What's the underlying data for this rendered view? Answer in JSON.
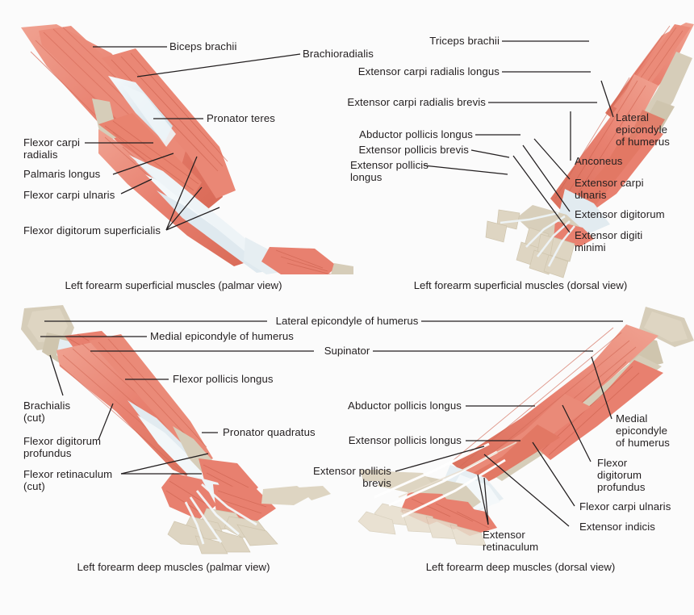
{
  "figure": {
    "title": "Muscles of the forearm — four anatomical views",
    "background": "#fbfbfb",
    "colors": {
      "muscle": "#e8806f",
      "muscle_dark": "#d96a57",
      "muscle_light": "#f0a291",
      "bone": "#d6cdb9",
      "bone_shadow": "#c2b79e",
      "tendon": "#dde6ec",
      "tendon_light": "#f4f8fa",
      "leader": "#231f20",
      "text": "#231f20"
    }
  },
  "panels": [
    {
      "id": "top-left",
      "caption": "Left forearm superficial muscles (palmar view)",
      "labels": [
        {
          "id": "biceps-brachii",
          "text": "Biceps brachii"
        },
        {
          "id": "pronator-teres",
          "text": "Pronator teres"
        },
        {
          "id": "flexor-carpi-radialis",
          "text": "Flexor carpi\nradialis",
          "lines": [
            "Flexor carpi",
            "radialis"
          ]
        },
        {
          "id": "palmaris-longus",
          "text": "Palmaris longus"
        },
        {
          "id": "flexor-carpi-ulnaris",
          "text": "Flexor carpi ulnaris"
        },
        {
          "id": "flexor-digitorum-superficialis",
          "text": "Flexor digitorum superficialis"
        }
      ]
    },
    {
      "id": "top-right",
      "caption": "Left forearm superficial muscles (dorsal view)",
      "labels": [
        {
          "id": "brachioradialis",
          "text": "Brachioradialis"
        },
        {
          "id": "triceps-brachii",
          "text": "Triceps brachii"
        },
        {
          "id": "extensor-carpi-radialis-longus",
          "text": "Extensor carpi radialis longus"
        },
        {
          "id": "extensor-carpi-radialis-brevis",
          "text": "Extensor carpi radialis brevis"
        },
        {
          "id": "abductor-pollicis-longus",
          "text": "Abductor pollicis longus"
        },
        {
          "id": "extensor-pollicis-brevis",
          "text": "Extensor pollicis brevis"
        },
        {
          "id": "extensor-pollicis-longus",
          "text": "Extensor pollicis\nlongus",
          "lines": [
            "Extensor pollicis",
            "longus"
          ]
        },
        {
          "id": "lateral-epicondyle-of-humerus",
          "text": "Lateral\nepicondyle\nof humerus",
          "lines": [
            "Lateral",
            "epicondyle",
            "of humerus"
          ]
        },
        {
          "id": "anconeus",
          "text": "Anconeus"
        },
        {
          "id": "extensor-carpi-ulnaris",
          "text": "Extensor carpi\nulnaris",
          "lines": [
            "Extensor carpi",
            "ulnaris"
          ]
        },
        {
          "id": "extensor-digitorum",
          "text": "Extensor digitorum"
        },
        {
          "id": "extensor-digiti-minimi",
          "text": "Extensor digiti\nminimi",
          "lines": [
            "Extensor digiti",
            "minimi"
          ]
        }
      ]
    },
    {
      "id": "bottom-left",
      "caption": "Left forearm deep muscles (palmar view)",
      "labels": [
        {
          "id": "lateral-epicondyle-of-humerus-2",
          "text": "Lateral epicondyle of humerus"
        },
        {
          "id": "medial-epicondyle-of-humerus",
          "text": "Medial epicondyle of humerus"
        },
        {
          "id": "supinator",
          "text": "Supinator"
        },
        {
          "id": "flexor-pollicis-longus",
          "text": "Flexor pollicis longus"
        },
        {
          "id": "brachialis-cut",
          "text": "Brachialis\n(cut)",
          "lines": [
            "Brachialis",
            "(cut)"
          ]
        },
        {
          "id": "flexor-digitorum-profundus",
          "text": "Flexor digitorum\nprofundus",
          "lines": [
            "Flexor digitorum",
            "profundus"
          ]
        },
        {
          "id": "pronator-quadratus",
          "text": "Pronator quadratus"
        },
        {
          "id": "flexor-retinaculum-cut",
          "text": "Flexor retinaculum\n(cut)",
          "lines": [
            "Flexor retinaculum",
            "(cut)"
          ]
        }
      ]
    },
    {
      "id": "bottom-right",
      "caption": "Left forearm deep muscles (dorsal view)",
      "labels": [
        {
          "id": "abductor-pollicis-longus-2",
          "text": "Abductor pollicis longus"
        },
        {
          "id": "extensor-pollicis-longus-2",
          "text": "Extensor pollicis longus"
        },
        {
          "id": "extensor-pollicis-brevis-2",
          "text": "Extensor pollicis\nbrevis",
          "lines": [
            "Extensor pollicis",
            "brevis"
          ]
        },
        {
          "id": "extensor-retinaculum",
          "text": "Extensor\nretinaculum",
          "lines": [
            "Extensor",
            "retinaculum"
          ]
        },
        {
          "id": "medial-epicondyle-of-humerus-2",
          "text": "Medial\nepicondyle\nof humerus",
          "lines": [
            "Medial",
            "epicondyle",
            "of humerus"
          ]
        },
        {
          "id": "flexor-digitorum-profundus-2",
          "text": "Flexor\ndigitorum\nprofundus",
          "lines": [
            "Flexor",
            "digitorum",
            "profundus"
          ]
        },
        {
          "id": "flexor-carpi-ulnaris-2",
          "text": "Flexor carpi ulnaris"
        },
        {
          "id": "extensor-indicis",
          "text": "Extensor indicis"
        }
      ]
    }
  ],
  "label_text": {
    "biceps_brachii": "Biceps brachii",
    "brachioradialis": "Brachioradialis",
    "pronator_teres": "Pronator teres",
    "flexor_carpi_radialis_1": "Flexor carpi",
    "flexor_carpi_radialis_2": "radialis",
    "palmaris_longus": "Palmaris longus",
    "flexor_carpi_ulnaris": "Flexor carpi ulnaris",
    "flexor_digitorum_superficialis": "Flexor digitorum superficialis",
    "triceps_brachii": "Triceps brachii",
    "ecrl": "Extensor carpi radialis longus",
    "ecrb": "Extensor carpi radialis brevis",
    "abductor_pollicis_longus": "Abductor pollicis longus",
    "extensor_pollicis_brevis": "Extensor pollicis brevis",
    "extensor_pollicis_longus_1": "Extensor pollicis",
    "extensor_pollicis_longus_2": "longus",
    "lateral_epi_1": "Lateral",
    "lateral_epi_2": "epicondyle",
    "lateral_epi_3": "of humerus",
    "anconeus": "Anconeus",
    "ecu_1": "Extensor carpi",
    "ecu_2": "ulnaris",
    "extensor_digitorum": "Extensor digitorum",
    "edm_1": "Extensor digiti",
    "edm_2": "minimi",
    "caption_tl": "Left forearm superficial muscles (palmar view)",
    "caption_tr": "Left forearm superficial muscles (dorsal view)",
    "lateral_epicondyle_of_humerus": "Lateral epicondyle of humerus",
    "medial_epicondyle_of_humerus": "Medial epicondyle of humerus",
    "supinator": "Supinator",
    "flexor_pollicis_longus": "Flexor pollicis longus",
    "brachialis_1": "Brachialis",
    "brachialis_2": "(cut)",
    "fdp_1": "Flexor digitorum",
    "fdp_2": "profundus",
    "pronator_quadratus": "Pronator quadratus",
    "flexor_retinaculum_1": "Flexor retinaculum",
    "flexor_retinaculum_2": "(cut)",
    "abductor_pollicis_longus_2": "Abductor pollicis longus",
    "extensor_pollicis_longus_br": "Extensor pollicis longus",
    "epb_1": "Extensor pollicis",
    "epb_2": "brevis",
    "ext_ret_1": "Extensor",
    "ext_ret_2": "retinaculum",
    "medial_epi_1": "Medial",
    "medial_epi_2": "epicondyle",
    "medial_epi_3": "of humerus",
    "fdp_br_1": "Flexor",
    "fdp_br_2": "digitorum",
    "fdp_br_3": "profundus",
    "flexor_carpi_ulnaris_br": "Flexor carpi ulnaris",
    "extensor_indicis": "Extensor indicis",
    "caption_bl": "Left forearm deep muscles (palmar view)",
    "caption_br": "Left forearm deep muscles (dorsal view)"
  }
}
